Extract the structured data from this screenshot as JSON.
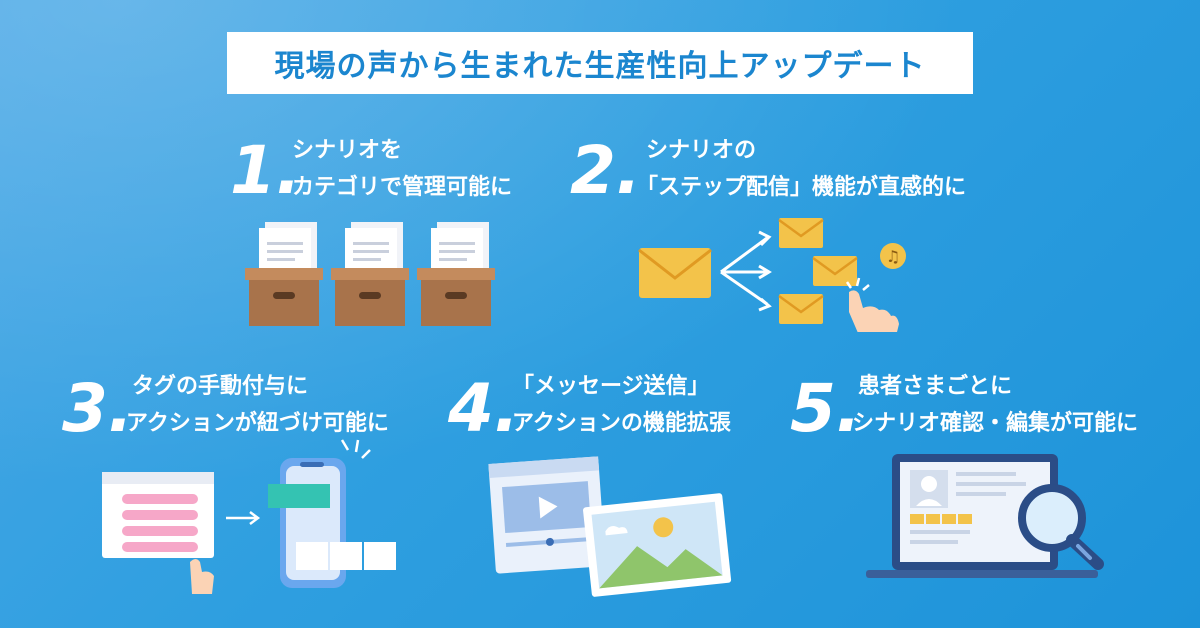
{
  "title": "現場の声から生まれた生産性向上アップデート",
  "features": [
    {
      "number": "1.",
      "line1": "シナリオを",
      "line2": "カテゴリで管理可能に"
    },
    {
      "number": "2.",
      "line1": "シナリオの",
      "line2": "「ステップ配信」機能が直感的に"
    },
    {
      "number": "3.",
      "line1": "タグの手動付与に",
      "line2": "アクションが紐づけ可能に"
    },
    {
      "number": "4.",
      "line1": "「メッセージ送信」",
      "line2": "アクションの機能拡張"
    },
    {
      "number": "5.",
      "line1": "患者さまごとに",
      "line2": "シナリオ確認・編集が可能に"
    }
  ],
  "icons": {
    "feature1": "archive-boxes-icon",
    "feature2": "step-mail-icon",
    "feature3": "tag-phone-icon",
    "feature4": "media-window-icon",
    "feature5": "laptop-search-icon"
  },
  "colors": {
    "background": "#2f9fe0",
    "title_text": "#1b86cf",
    "envelope": "#f3c34a",
    "box": "#a8734b",
    "pink": "#f6a7c8",
    "teal": "#34c3b2"
  }
}
